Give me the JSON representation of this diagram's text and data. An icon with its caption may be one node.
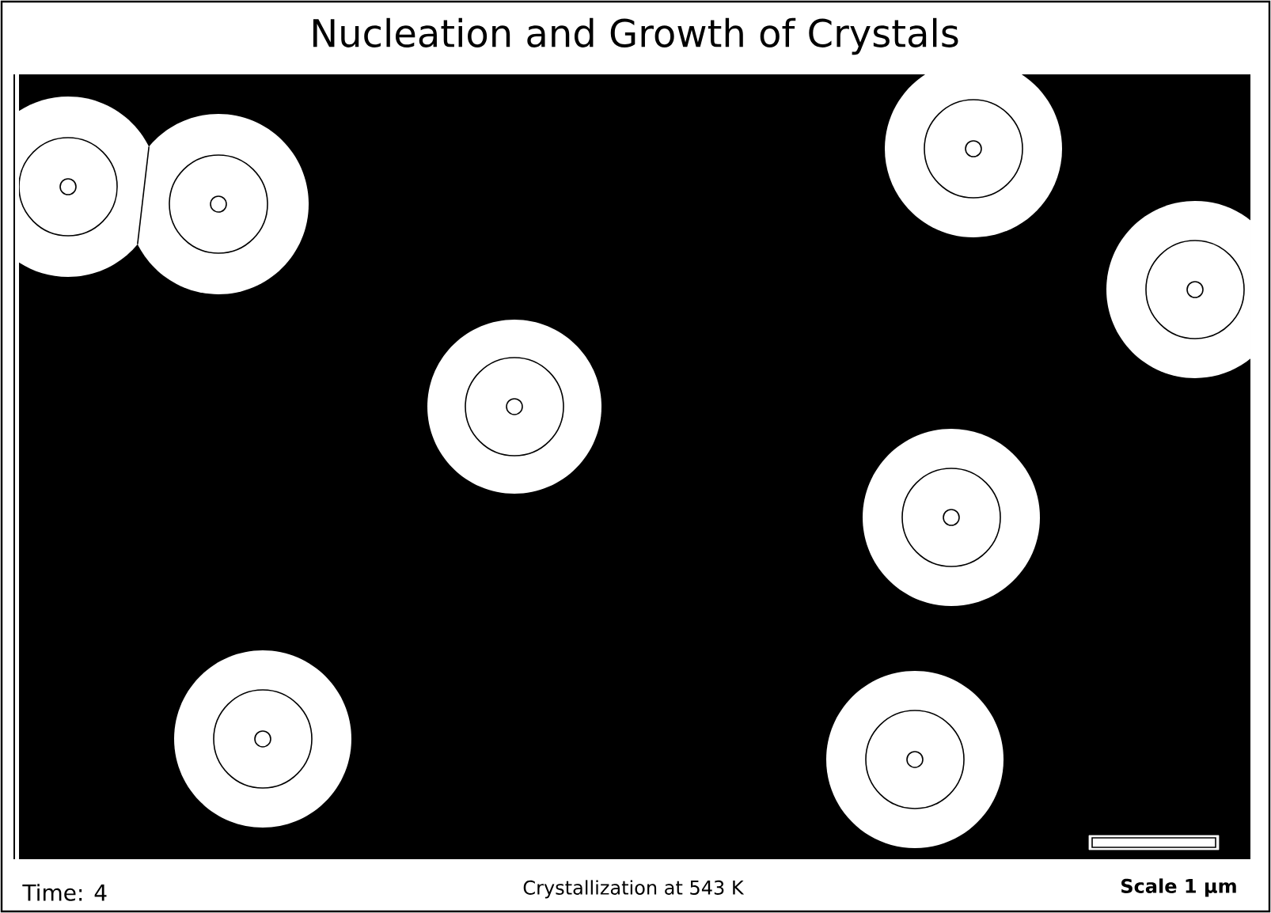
{
  "diagram": {
    "title": "Nucleation and Growth of Crystals",
    "labels": [
      "Time: 4",
      "Crystallization at 543 K",
      "Scale 1 µm"
    ]
  }
}
